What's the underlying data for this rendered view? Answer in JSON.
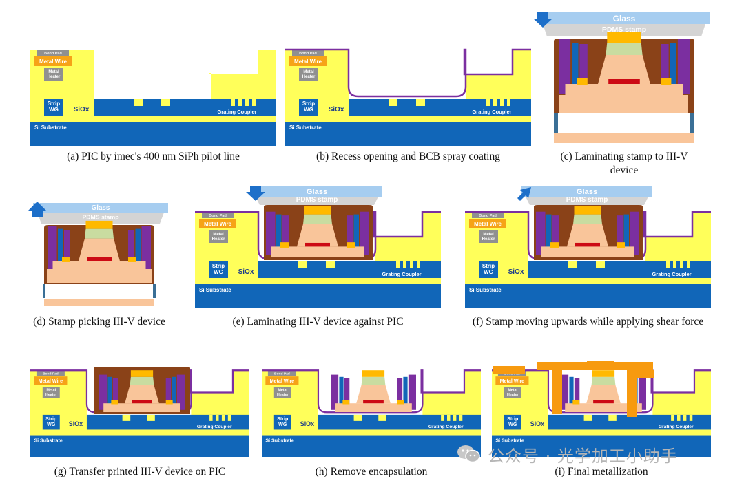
{
  "labels": {
    "bond_pad": "Bond Pad",
    "metal_wire": "Metal Wire",
    "metal_heater": "Metal Heater",
    "strip_wg": "Strip WG",
    "siox": "SiOx",
    "grating": "Grating Coupler",
    "si_sub": "Si Substrate",
    "glass": "Glass",
    "pdms": "PDMS stamp"
  },
  "captions": {
    "a": "(a) PIC by imec's 400 nm SiPh pilot line",
    "b": "(b) Recess opening and BCB spray coating",
    "c": "(c) Laminating stamp to III-V device",
    "d": "(d) Stamp picking III-V device",
    "e": "(e) Laminating III-V device against PIC",
    "f": "(f) Stamp moving upwards while applying shear force",
    "g": "(g) Transfer printed III-V device on PIC",
    "h": "(h) Remove encapsulation",
    "i": "(i) Final metallization"
  },
  "watermark": "公众号 · 光学加工小助手",
  "colors": {
    "yellow": "#ffff5a",
    "blue": "#1166b8",
    "metal_wire": "#f6a317",
    "heater": "#909090",
    "bcb": "#7b2fa0",
    "brown": "#8a4218",
    "peach": "#f9c59a",
    "sage": "#c9dca0",
    "red": "#cc0a14",
    "gold": "#ffb900",
    "pdms": "#d4d4d4",
    "glass": "#a6cdf0",
    "arrow": "#1d6fc9",
    "bluegray": "#3a6f96"
  }
}
